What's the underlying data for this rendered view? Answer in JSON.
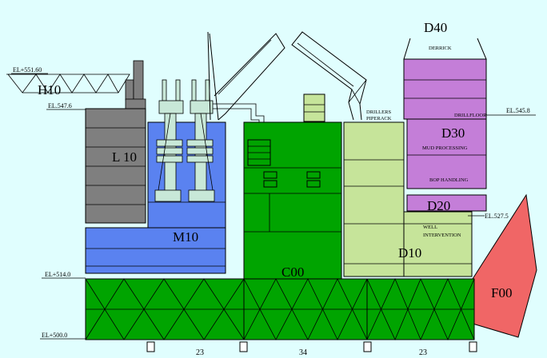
{
  "colors": {
    "background": "#e0fefe",
    "deck_green": "#00a400",
    "light_green": "#c6e49a",
    "purple": "#c47ed8",
    "blue": "#5a82f0",
    "gray": "#7f7f7f",
    "red": "#f06666",
    "pale": "#c8e8d8"
  },
  "modules": {
    "H10": "H10",
    "L10": "L 10",
    "M10": "M10",
    "C00": "C00",
    "D40": "D40",
    "D30": "D30",
    "D20": "D20",
    "D10": "D10",
    "F00": "F00"
  },
  "notes": {
    "derrick": "DERRICK",
    "drillfloor": "DRILLFLOOR",
    "mud_processing": "MUD PROCESSING",
    "bop_handling": "BOP HANDLING",
    "well_intervention_1": "WELL",
    "well_intervention_2": "INTERVENTION",
    "drillers_1": "DRILLERS",
    "drillers_2": "PIPERACK"
  },
  "elevations": {
    "el_5516": "EL+551.60",
    "el_5476": "EL.547.6",
    "el_5458": "EL.545.8",
    "el_5275": "EL.527.5",
    "el_5140": "EL+514.0",
    "el_5000": "EL+500.0"
  },
  "dimensions": [
    "23",
    "34",
    "23"
  ]
}
